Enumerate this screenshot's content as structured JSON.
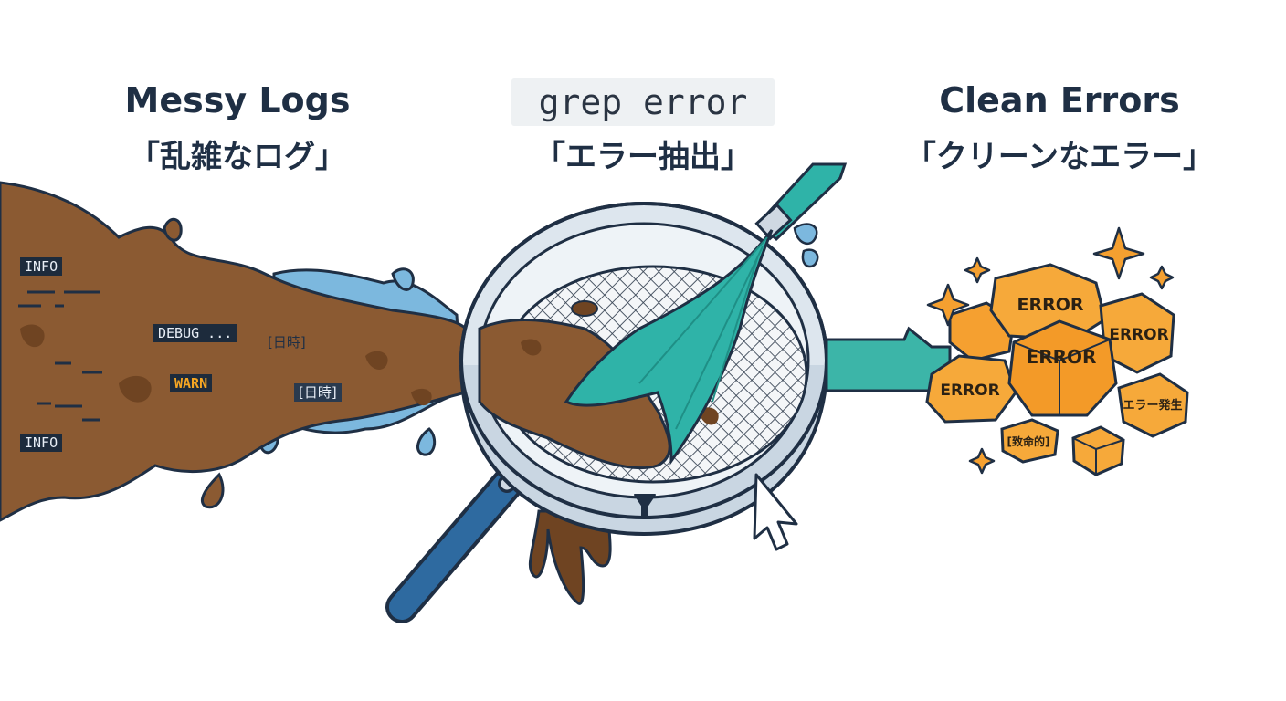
{
  "stages": {
    "left": {
      "title": "Messy Logs",
      "subtitle": "「乱雑なログ」"
    },
    "middle": {
      "command": "grep error",
      "subtitle": "「エラー抽出」"
    },
    "right": {
      "title": "Clean Errors",
      "subtitle": "「クリーンなエラー」"
    }
  },
  "log_tags": {
    "info_1": "INFO",
    "debug": "DEBUG ...",
    "date_1": "[日時]",
    "warn": "WARN",
    "date_2": "[日時]",
    "info_2": "INFO"
  },
  "error_nuggets": {
    "top": "ERROR",
    "right": "ERROR",
    "center": "ERROR",
    "left": "ERROR",
    "tag_occurrence": "エラー発生",
    "tag_fatal": "[致命的]"
  },
  "colors": {
    "mud": "#8b5a32",
    "mud_dark": "#5e3a1c",
    "water": "#7cb8de",
    "teal": "#2fb3a8",
    "gold": "#f5a030",
    "outline": "#1f2f44",
    "sieve_rim": "#dde6ee",
    "handle_blue": "#2e6aa0"
  },
  "icons": [
    "funnel-icon",
    "cursor-arrow-icon",
    "sparkle-icon"
  ]
}
